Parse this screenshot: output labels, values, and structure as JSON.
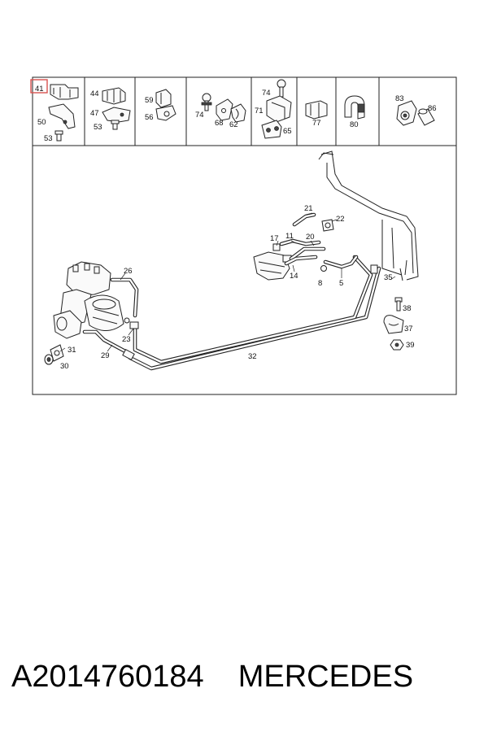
{
  "colors": {
    "highlight": "#d9534f",
    "line": "#222222"
  },
  "panels": [
    {
      "id": "p1",
      "labels": [
        "41",
        "50",
        "53"
      ]
    },
    {
      "id": "p2",
      "labels": [
        "44",
        "47",
        "53"
      ]
    },
    {
      "id": "p3",
      "labels": [
        "59",
        "56"
      ]
    },
    {
      "id": "p4",
      "labels": [
        "74",
        "68",
        "62"
      ]
    },
    {
      "id": "p5",
      "labels": [
        "74",
        "71",
        "65"
      ]
    },
    {
      "id": "p6",
      "labels": [
        "77"
      ]
    },
    {
      "id": "p7",
      "labels": [
        "80"
      ]
    },
    {
      "id": "p8",
      "labels": [
        "83",
        "86"
      ]
    }
  ],
  "main_labels": [
    "21",
    "22",
    "17",
    "11",
    "20",
    "14",
    "8",
    "5",
    "35",
    "26",
    "38",
    "37",
    "39",
    "23",
    "31",
    "29",
    "32",
    "30"
  ],
  "footer": {
    "part_number": "A2014760184",
    "brand": "MERCEDES"
  }
}
